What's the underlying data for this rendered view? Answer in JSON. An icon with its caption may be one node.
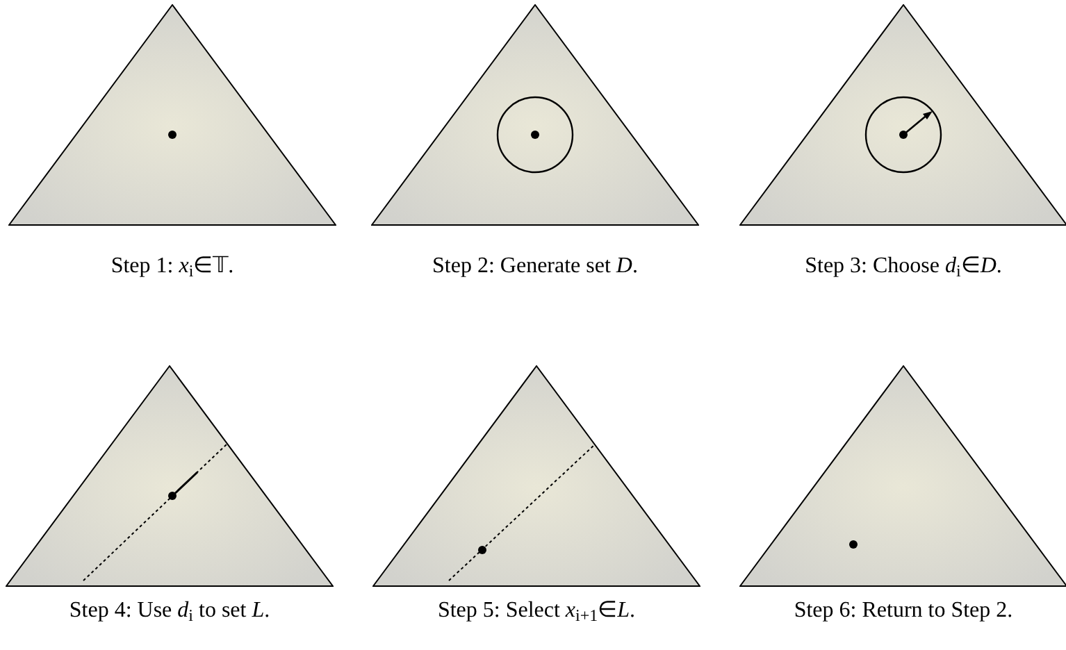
{
  "diagram": {
    "nodes": [
      {
        "text": [],
        "shape": "triangle",
        "beside": [
          "Step 1: *x*$_{i}$∈𝕋."
        ]
      },
      {
        "text": [],
        "shape": "triangle",
        "beside": [
          "Step 2: Generate set *D*."
        ]
      },
      {
        "text": [],
        "shape": "triangle",
        "beside": [
          "Step 3: Choose *d*$_{i}$∈*D*."
        ]
      },
      {
        "text": [],
        "shape": "triangle",
        "beside": [
          "Step 4: Use *d*$_{i}$ to set *L*."
        ]
      },
      {
        "text": [],
        "shape": "triangle",
        "beside": [
          "Step 5: Select *x*$_{i+1}$∈*L*."
        ]
      },
      {
        "text": [],
        "shape": "triangle",
        "beside": [
          "Step 6: Return to Step 2."
        ]
      }
    ]
  }
}
